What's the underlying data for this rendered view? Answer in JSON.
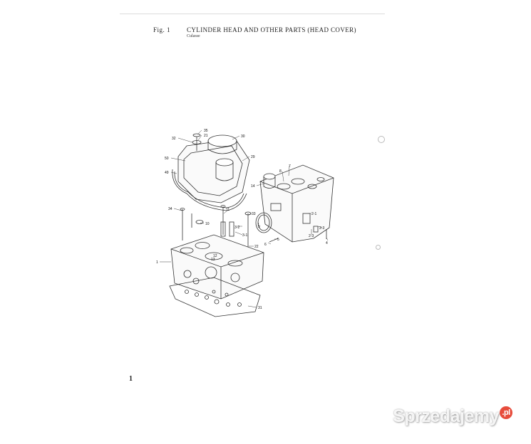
{
  "header": {
    "fig_no": "Fig. 1",
    "title": "CYLINDER HEAD AND OTHER PARTS (HEAD COVER)",
    "subtitle": "Culasse"
  },
  "page_number": "1",
  "watermark": {
    "text": "Sprzedajemy",
    "badge": ".pl"
  },
  "callouts": [
    "35",
    "21",
    "32",
    "30",
    "50",
    "29",
    "49",
    "14",
    "7",
    "8",
    "34",
    "11",
    "10",
    "3-2",
    "3-1",
    "33",
    "9",
    "2-1",
    "5",
    "6",
    "2-3",
    "4",
    "22",
    "1",
    "31",
    "12",
    "13"
  ]
}
